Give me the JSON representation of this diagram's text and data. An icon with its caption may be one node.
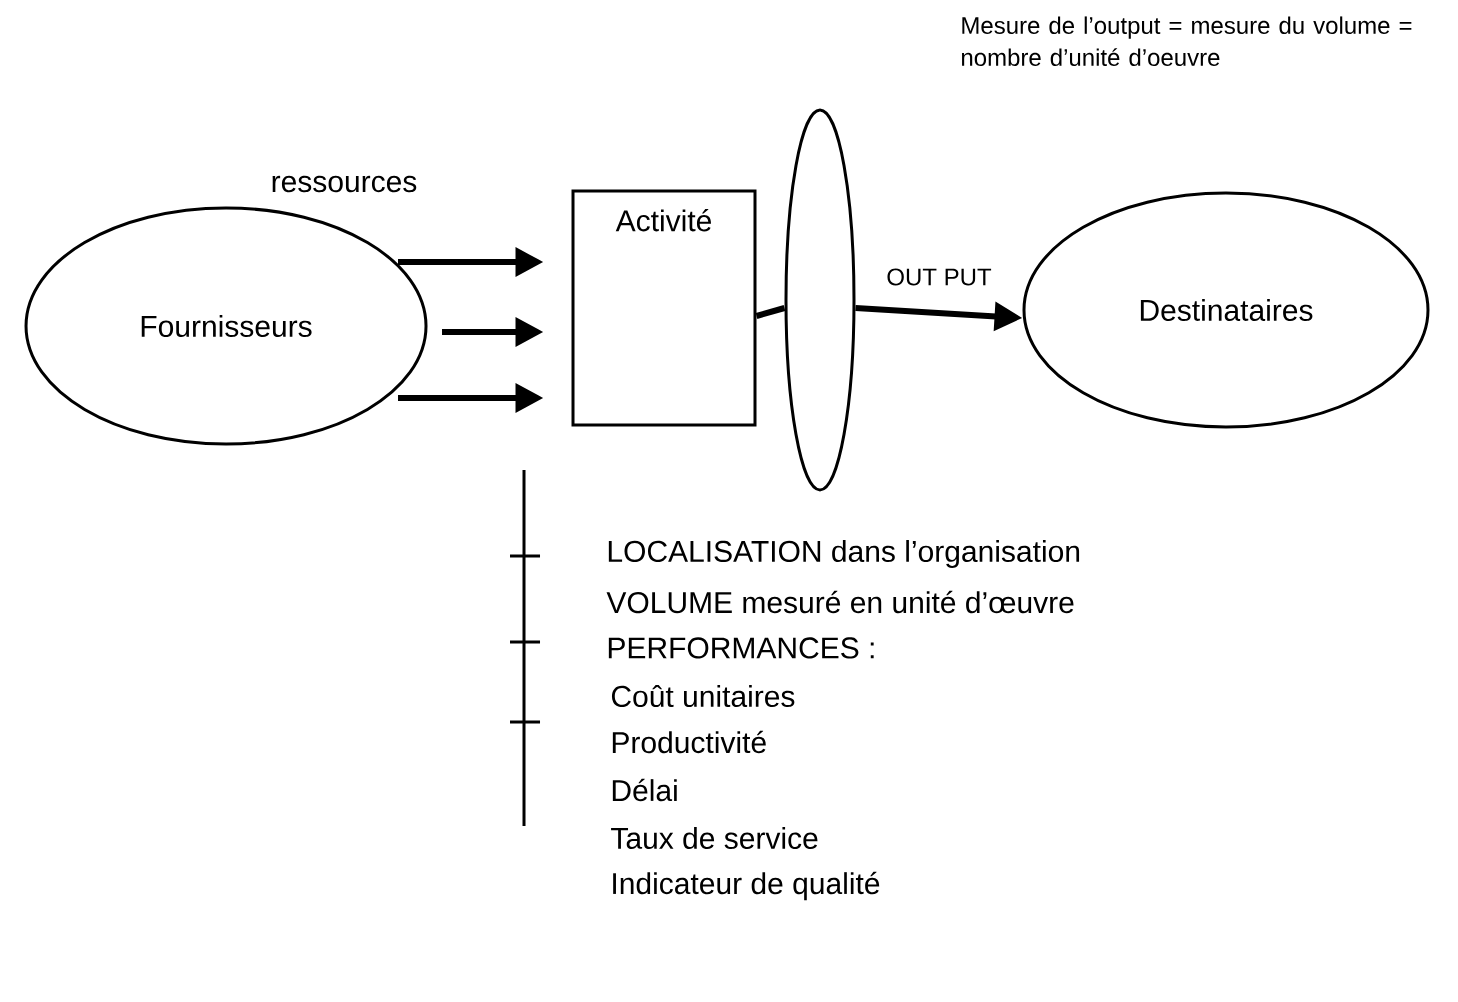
{
  "diagram": {
    "nodes": [
      {
        "text": [
          "Fournisseurs"
        ]
      },
      {
        "text": [
          "Activité"
        ]
      },
      {
        "text": [
          "Destinataires"
        ]
      },
      {
        "text": [],
        "shape": "ellipse"
      }
    ],
    "edges": [
      {
        "from": 0,
        "to": 1,
        "arrow": "to"
      },
      {
        "from": 0,
        "to": 1,
        "arrow": "to"
      },
      {
        "from": 0,
        "to": 1,
        "arrow": "to"
      },
      {
        "from": 1,
        "to": 3,
        "arrow": "none"
      },
      {
        "from": 3,
        "to": 2,
        "arrow": "to",
        "label": "OUT PUT"
      }
    ],
    "labels": [
      "Mesure de l’output = mesure du volume = nombre d’unité d’oeuvre",
      "ressources",
      "LOCALISATION dans l’organisation",
      "VOLUME mesuré en unité d’œuvre",
      "PERFORMANCES :",
      "Coût unitaires",
      "Productivité",
      "Délai",
      "Taux de service",
      "Indicateur de qualité"
    ]
  }
}
